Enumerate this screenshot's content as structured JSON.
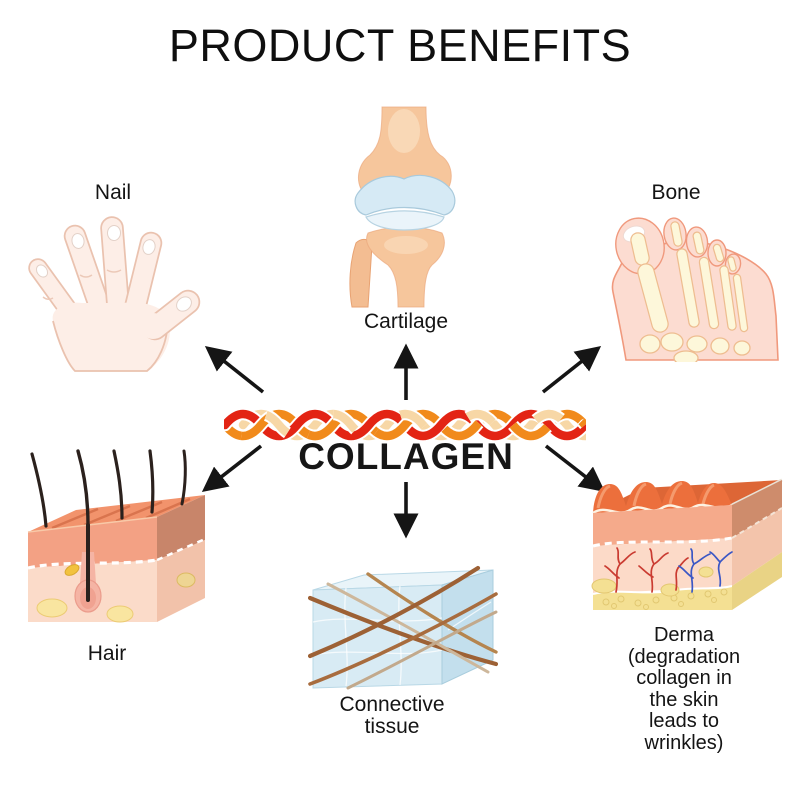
{
  "title": "PRODUCT BENEFITS",
  "center": {
    "label": "COLLAGEN"
  },
  "items": {
    "nail": {
      "label": "Nail"
    },
    "cartilage": {
      "label": "Cartilage"
    },
    "bone": {
      "label": "Bone"
    },
    "hair": {
      "label": "Hair"
    },
    "connective_tissue": {
      "label": "Connective\ntissue"
    },
    "derma": {
      "label": "Derma\n(degradation\ncollagen in the skin\nleads to wrinkles)"
    }
  },
  "colors": {
    "background": "#ffffff",
    "text": "#141414",
    "arrow": "#151515",
    "collagen_red": "#e32414",
    "collagen_orange": "#f18a1b",
    "collagen_cream": "#f7d7a6",
    "skin_light": "#fdeee7",
    "skin_outline": "#eac2af",
    "skin_salmon": "#f3a184",
    "dermis_pink": "#fbdbc9",
    "cartilage_blue": "#d6eaf5",
    "bone_tan": "#f6c69c",
    "bone_pale_yellow": "#fdf7da",
    "foot_skin": "#fcdcd1",
    "tissue_blue": "#d8ebf4",
    "fiber_brown": "#9d6135",
    "fat_yellow": "#f4e093",
    "vessel_red": "#ca3b31",
    "vessel_blue": "#3b57c5",
    "wrinkle_orange": "#ec6f3c"
  }
}
